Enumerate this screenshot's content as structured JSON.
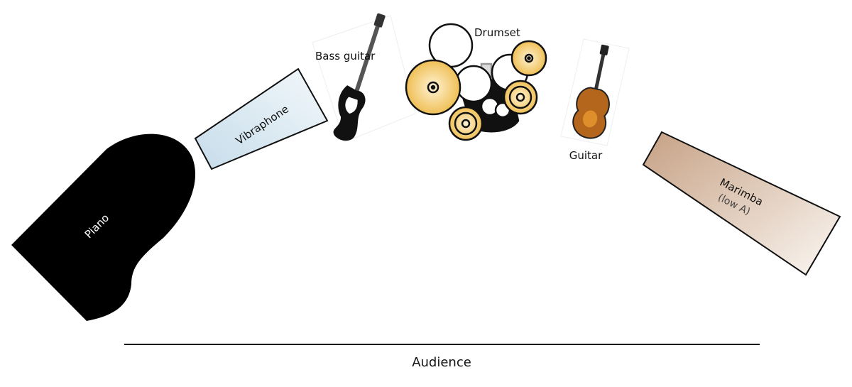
{
  "title": "Stage plot",
  "instruments": {
    "piano": "Piano",
    "vibraphone": "Vibraphone",
    "bass_guitar": "Bass guitar",
    "drumset": "Drumset",
    "guitar": "Guitar",
    "marimba": "Marimba",
    "marimba_note": "(low A)"
  },
  "audience": "Audience",
  "colors": {
    "piano": "#000000",
    "vibraphone": "#cfe3ef",
    "marimba": "#c9a88a",
    "cymbal": "#f0c35a"
  }
}
